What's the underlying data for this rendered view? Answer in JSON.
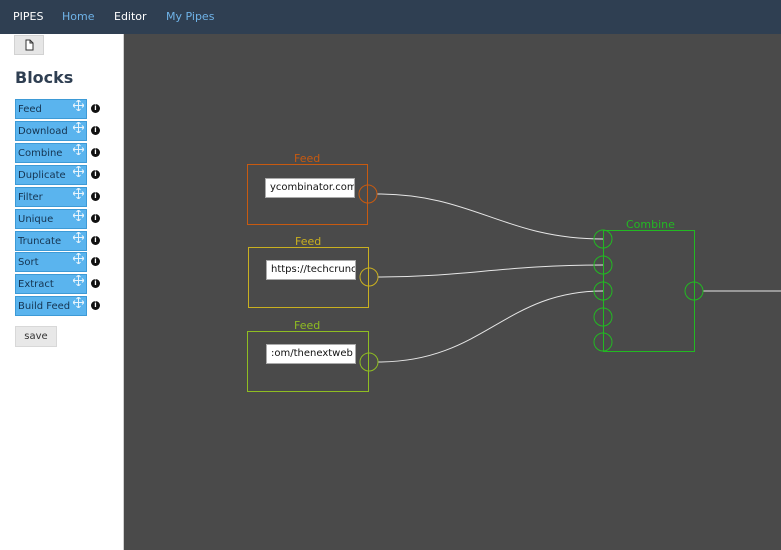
{
  "navbar": {
    "brand": "PIPES",
    "links": [
      {
        "label": "Home",
        "color": "#6fb3e8"
      },
      {
        "label": "Editor",
        "color": "#ffffff"
      },
      {
        "label": "My Pipes",
        "color": "#6fb3e8"
      }
    ]
  },
  "sidebar": {
    "new_button_icon": "file-icon",
    "title": "Blocks",
    "blocks": [
      {
        "label": "Feed"
      },
      {
        "label": "Download"
      },
      {
        "label": "Combine"
      },
      {
        "label": "Duplicate"
      },
      {
        "label": "Filter"
      },
      {
        "label": "Unique"
      },
      {
        "label": "Truncate"
      },
      {
        "label": "Sort"
      },
      {
        "label": "Extract"
      },
      {
        "label": "Build Feed"
      }
    ],
    "block_icons": {
      "drag": "move-icon",
      "info": "info-icon"
    },
    "save_label": "save"
  },
  "canvas": {
    "nodes": [
      {
        "type": "Feed",
        "title": "Feed",
        "value": "ycombinator.com",
        "color": "#c85a10"
      },
      {
        "type": "Feed",
        "title": "Feed",
        "value": "https://techcrunc",
        "color": "#c9b020"
      },
      {
        "type": "Feed",
        "title": "Feed",
        "value": ":om/thenextweb",
        "color": "#8fbd22"
      },
      {
        "type": "Combine",
        "title": "Combine",
        "color": "#22b922"
      }
    ],
    "wire_color": "#e6e6e6"
  }
}
